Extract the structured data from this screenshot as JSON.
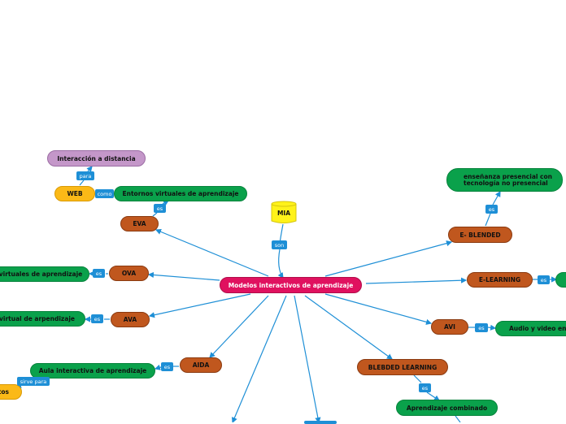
{
  "central": "Modelos interactivos de aprendizaje",
  "mia": "MIA",
  "connectors": {
    "son": "son",
    "para": "para",
    "como": "como",
    "es_eva": "es",
    "es_ova": "es",
    "es_ava": "es",
    "es_aida": "es",
    "sirve_para": "sirve para",
    "es_eblended": "es",
    "es_elearning": "es",
    "es_avi": "es",
    "es_blebded": "es"
  },
  "nodes": {
    "interaccion": "Interacción a distancia",
    "web": "WEB",
    "entornos": "Entornos virtuales de aprendizaje",
    "eva": "EVA",
    "ova": "OVA",
    "ova_def": "virtuales de aprendizaje",
    "ava": "AVA",
    "ava_def": "virtual de arpendizaje",
    "aida": "AIDA",
    "aula": "Aula interactiva de aprendizaje",
    "tos": "tos",
    "eblended": "E- BLENDED",
    "eblended_def": "enseñanza presencial con tecnología no presencial",
    "elearning": "E-LEARNING",
    "avi": "AVI",
    "avi_def": "Audio y video entr",
    "blebded": "BLEBDED LEARNING",
    "combinado": "Aprendizaje combinado"
  }
}
